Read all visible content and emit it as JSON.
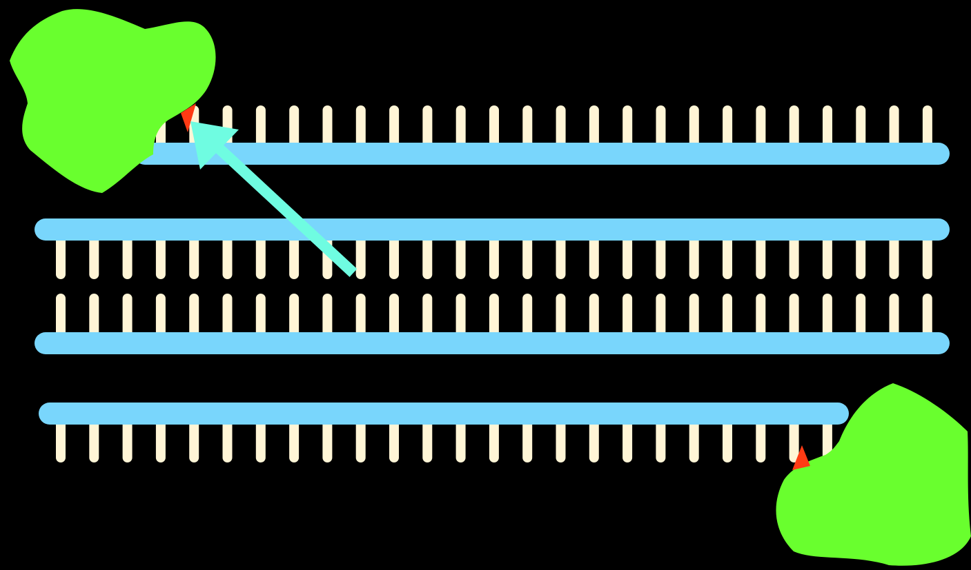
{
  "scene": {
    "kind": "dna-ligase-animation-frame",
    "background_color": "#000000"
  },
  "colors": {
    "backbone": "#79d6fc",
    "base_pair_tick": "#fff5d6",
    "enzyme": "#69ff2e",
    "nick_marker": "#ff3b14",
    "arrow": "#6ffce1"
  },
  "strands": [
    {
      "id": "strand-1",
      "ticks_side": "up",
      "tick_count": 24
    },
    {
      "id": "strand-2",
      "ticks_side": "down",
      "tick_count": 27
    },
    {
      "id": "strand-3",
      "ticks_side": "up",
      "tick_count": 27
    },
    {
      "id": "strand-4",
      "ticks_side": "down",
      "tick_count": 24
    }
  ],
  "enzymes": [
    {
      "id": "enzyme-top-left",
      "shape": "green-blob",
      "has_nick_marker": true
    },
    {
      "id": "enzyme-bottom-right",
      "shape": "green-blob",
      "has_nick_marker": true
    }
  ],
  "arrow": {
    "icon": "arrow-up-left-icon",
    "points_to": "enzyme-top-left"
  }
}
